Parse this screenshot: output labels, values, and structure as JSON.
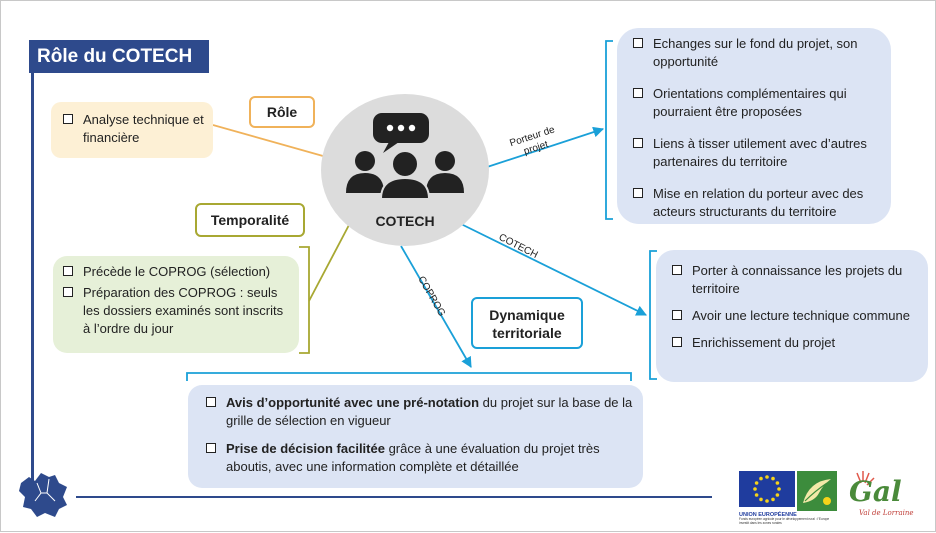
{
  "title": "Rôle du COTECH",
  "center": {
    "label": "COTECH"
  },
  "labels": {
    "role": "Rôle",
    "temporalite": "Temporalité",
    "dynamique_line1": "Dynamique",
    "dynamique_line2": "territoriale"
  },
  "edge_labels": {
    "porteur_line1": "Porteur de",
    "porteur_line2": "projet",
    "cotech": "COTECH",
    "coprog": "COPROG"
  },
  "role_box": {
    "items": [
      "Analyse technique et financière"
    ]
  },
  "temporalite_box": {
    "items": [
      "Précède le COPROG (sélection)",
      "Préparation des COPROG : seuls les dossiers examinés sont inscrits à l’ordre du jour"
    ]
  },
  "porteur_box": {
    "items": [
      "Echanges sur le fond du projet, son opportunité",
      "Orientations complémentaires qui pourraient être proposées",
      "Liens à tisser utilement avec d’autres partenaires du territoire",
      "Mise en relation du porteur avec des acteurs structurants du territoire"
    ]
  },
  "cotech_box": {
    "items": [
      "Porter à connaissance les projets du territoire",
      "Avoir une lecture technique commune",
      "Enrichissement du projet"
    ]
  },
  "coprog_box": {
    "items": [
      {
        "bold": "Avis d’opportunité avec une pré-notation",
        "rest": " du projet sur la base de la grille de sélection en vigueur"
      },
      {
        "bold": "Prise de décision facilitée",
        "rest": " grâce à une évaluation du projet très aboutis, avec une information complète et détaillée"
      }
    ]
  },
  "footer": {
    "eu_label": "UNION EUROPÉENNE",
    "eu_small": "Fonds européen agricole pour le développement rural : l’Europe investit dans les zones rurales",
    "gal_logo": "Gal",
    "gal_sub": "Val de Lorraine"
  },
  "colors": {
    "navy": "#2e4a8c",
    "orange": "#f0b25a",
    "olive": "#a8a832",
    "blue": "#1aa0d8",
    "cream": "#fdf0d5",
    "green_pale": "#e6f0d8",
    "blue_pale": "#dce4f4"
  },
  "icons": [
    "people-group-icon",
    "speech-bubble-icon",
    "lorraine-map-icon",
    "eu-flag-icon",
    "leader-logo-icon",
    "gal-logo-icon"
  ]
}
